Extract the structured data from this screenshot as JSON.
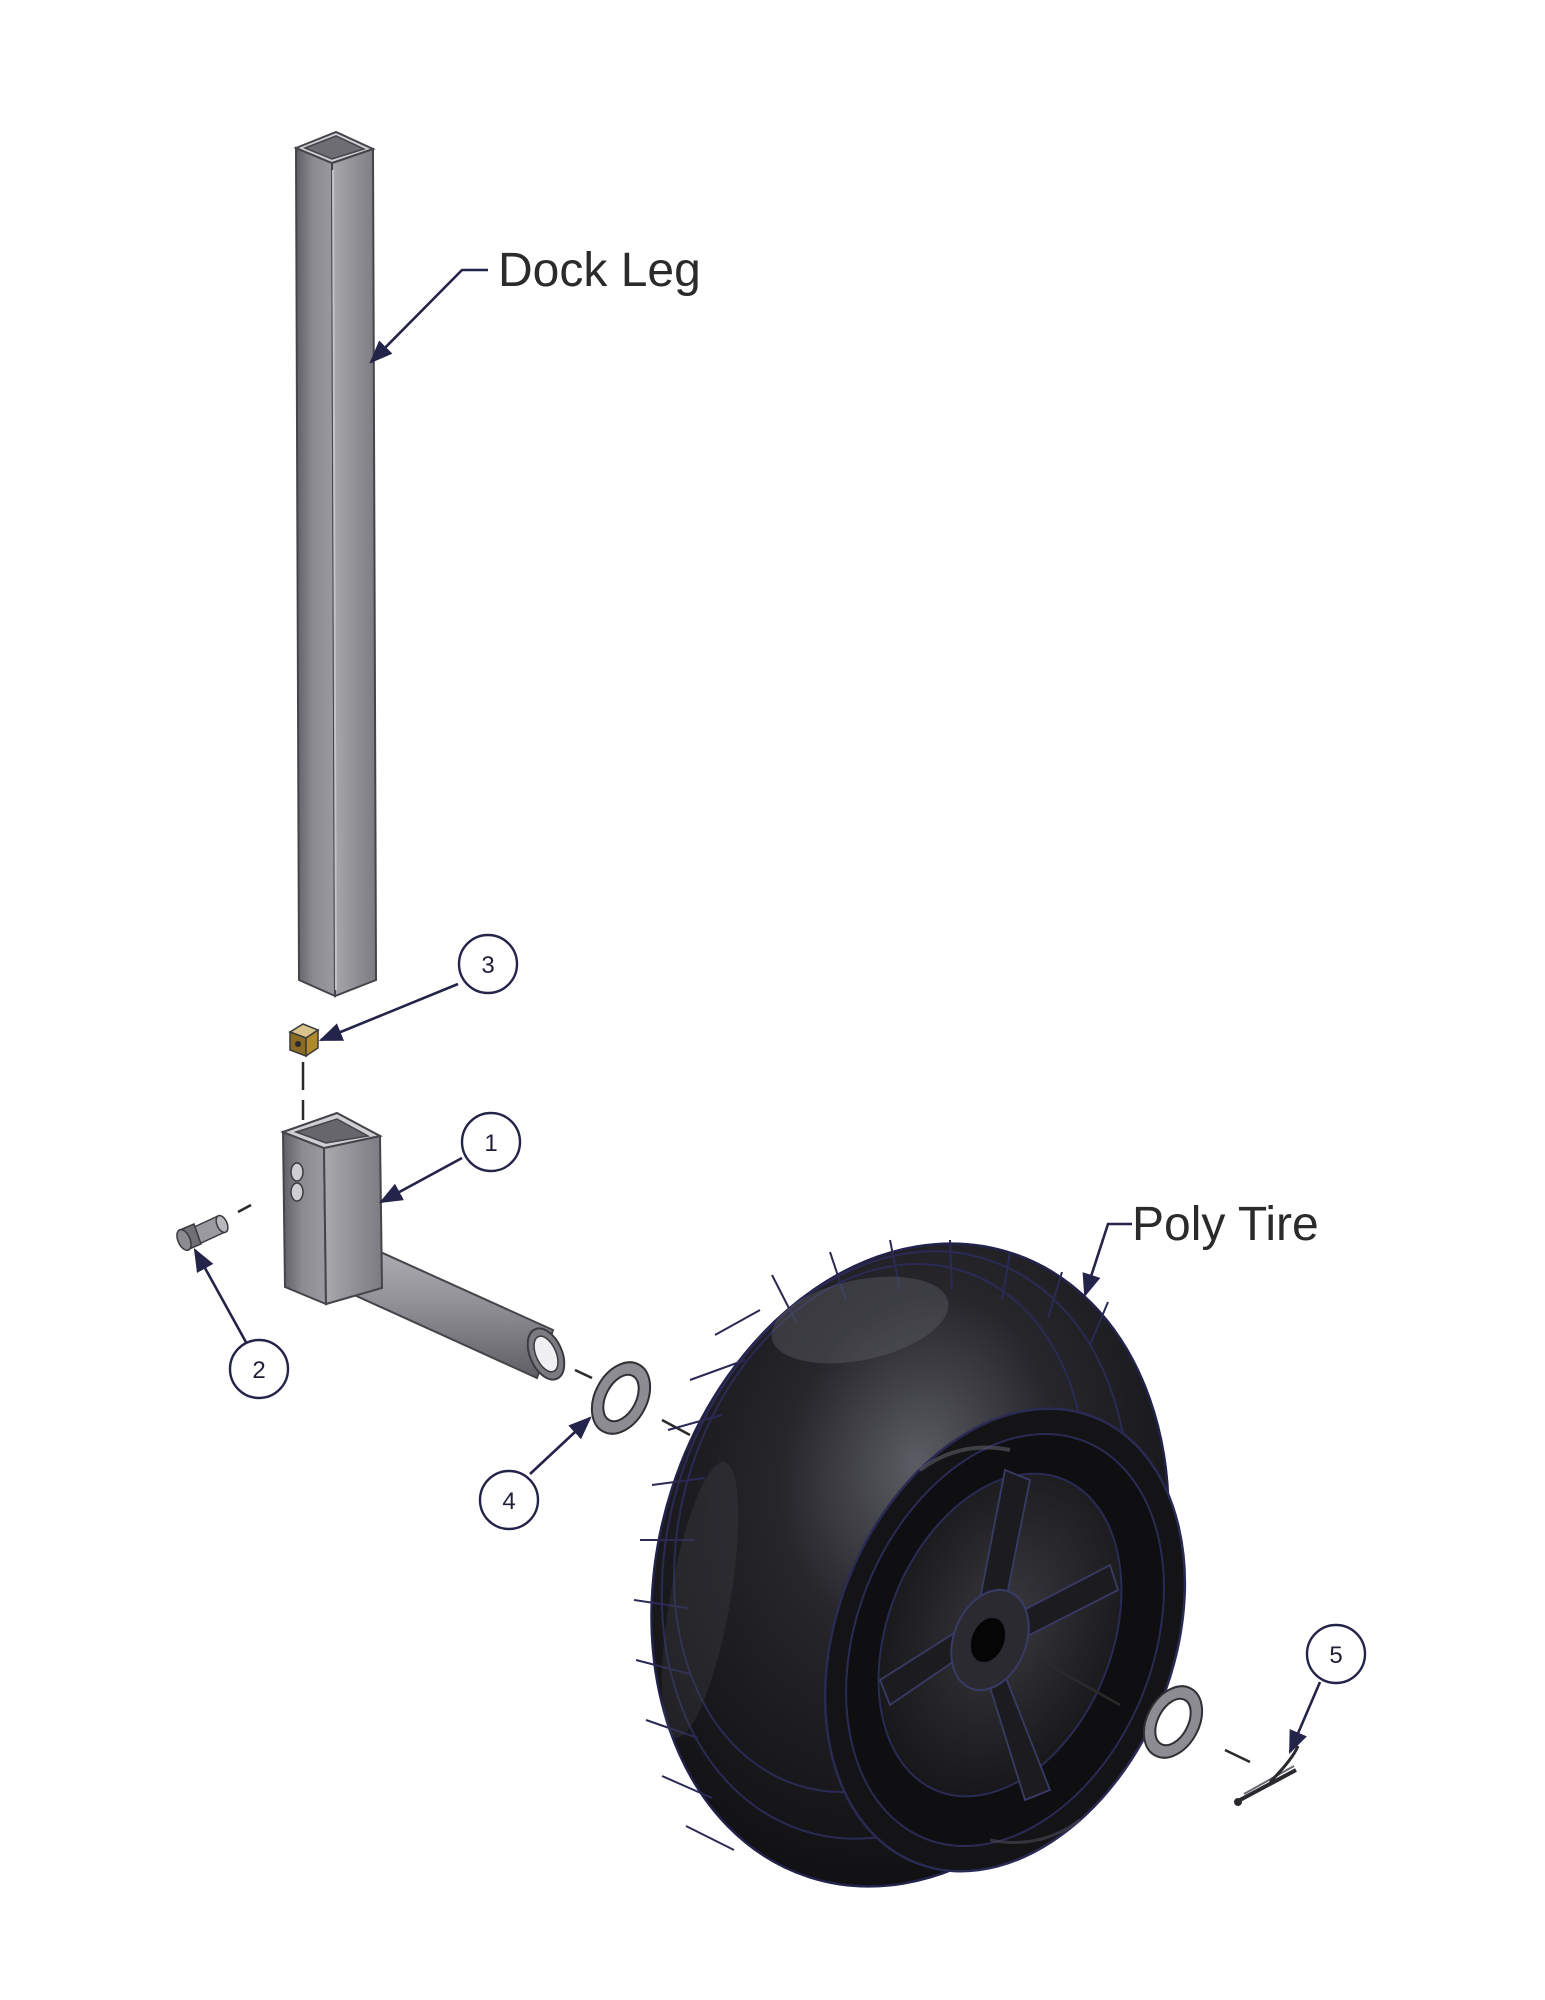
{
  "labels": {
    "dock_leg": "Dock Leg",
    "poly_tire": "Poly Tire"
  },
  "balloons": {
    "b1": "1",
    "b2": "2",
    "b3": "3",
    "b4": "4",
    "b5": "5"
  },
  "colors": {
    "steel_light": "#a3a3a8",
    "steel_mid": "#86868c",
    "steel_dark": "#5c5c62",
    "tire_black": "#121214",
    "tire_highlight": "#6a6a72",
    "tread_line": "#2a2a55",
    "leader_line": "#24244a",
    "brass": "#b0892f"
  }
}
